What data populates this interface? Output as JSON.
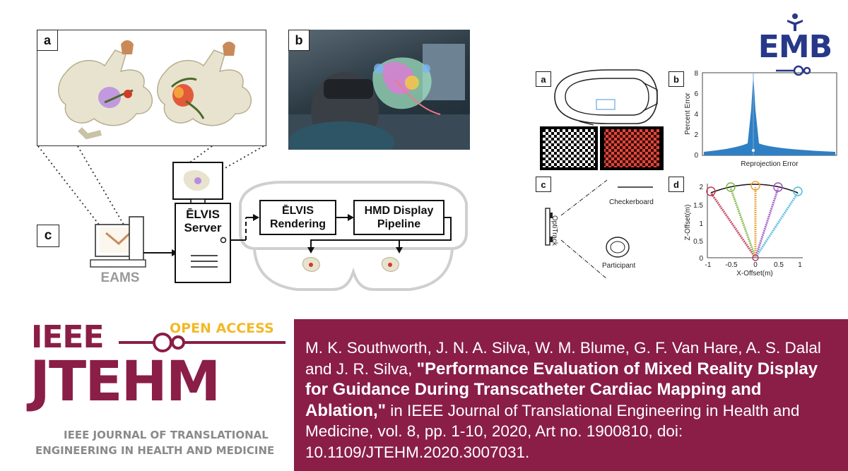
{
  "logos": {
    "emb": "EMB",
    "ieee": "IEEE",
    "open_access": "OPEN ACCESS",
    "journal_abbr": "JTEHM",
    "journal_line1": "IEEE JOURNAL OF TRANSLATIONAL",
    "journal_line2": "ENGINEERING IN HEALTH AND MEDICINE"
  },
  "figure_left": {
    "panel_a": "a",
    "panel_b": "b",
    "panel_c": "c",
    "eams_label": "EAMS",
    "server_line1": "ĒLVIS",
    "server_line2": "Server",
    "rendering_line1": "ĒLVIS",
    "rendering_line2": "Rendering",
    "hmd_line1": "HMD Display",
    "hmd_line2": "Pipeline"
  },
  "figure_right": {
    "panel_a": "a",
    "panel_b": "b",
    "panel_c": "c",
    "panel_d": "d",
    "checkerboard": "Checkerboard",
    "optitrack": "OptiTrack",
    "participant": "Participant",
    "b_ylabel": "Percent Error",
    "b_xlabel": "Reprojection Error",
    "b_yticks": [
      "8",
      "6",
      "4",
      "2",
      "0"
    ],
    "d_ylabel": "Z-Offset(m)",
    "d_xlabel": "X-Offset(m)",
    "d_yticks": [
      "2",
      "1.5",
      "1",
      "0.5",
      "0"
    ],
    "d_xticks": [
      "-1",
      "-0.5",
      "0",
      "0.5",
      "1"
    ]
  },
  "citation": {
    "authors": "M. K. Southworth, J. N. A. Silva, W. M. Blume, G. F. Van Hare, A. S. Dalal and J. R. Silva, ",
    "title": "\"Performance Evaluation of Mixed Reality Display for Guidance During Transcatheter Cardiac Mapping and Ablation,\"",
    "venue": " in IEEE Journal of Translational Engineering in Health and Medicine, vol. 8, pp. 1-10, 2020, Art no. 1900810, doi: 10.1109/JTEHM.2020.3007031."
  },
  "colors": {
    "maroon": "#8a1e47",
    "emb_blue": "#27388a",
    "gold": "#f2b928"
  }
}
